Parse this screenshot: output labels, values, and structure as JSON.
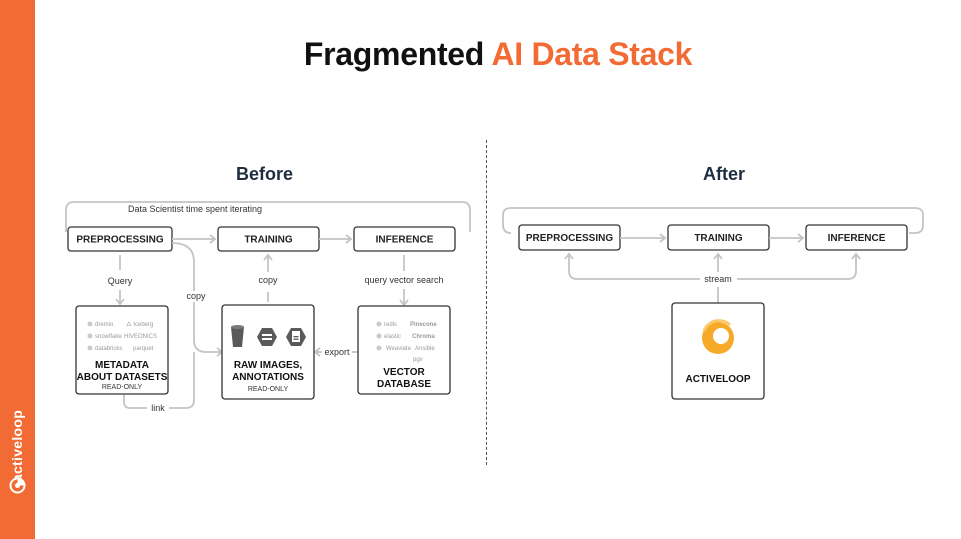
{
  "title": {
    "main": "Fragmented ",
    "accent": "AI Data Stack"
  },
  "brand": {
    "name": "activeloop",
    "color": "#f26b35"
  },
  "before": {
    "heading": "Before",
    "loop_label": "Data Scientist time spent iterating",
    "stages": [
      "PREPROCESSING",
      "TRAINING",
      "INFERENCE"
    ],
    "edges": {
      "query": "Query",
      "copy_side": "copy",
      "copy_up": "copy",
      "query_vector": "query vector search",
      "export": "export",
      "link": "link"
    },
    "metadata_box": {
      "title_line1": "METADATA",
      "title_line2": "ABOUT DATASETS",
      "subtitle": "READ-ONLY",
      "logos": [
        "dremio",
        "ᗋ Iceberg",
        "snowflake",
        "HIVEONICS",
        "databricks",
        "parquet"
      ]
    },
    "raw_box": {
      "title_line1": "RAW IMAGES,",
      "title_line2": "ANNOTATIONS",
      "subtitle": "READ-ONLY"
    },
    "vector_box": {
      "title_line1": "VECTOR",
      "title_line2": "DATABASE",
      "logos": [
        "redis",
        "Pinecone",
        "elastic",
        "Chroma",
        "Weaviate",
        "Ansible",
        "pgv"
      ]
    }
  },
  "after": {
    "heading": "After",
    "stages": [
      "PREPROCESSING",
      "TRAINING",
      "INFERENCE"
    ],
    "stream_label": "stream",
    "platform_box": {
      "label": "ACTIVELOOP"
    }
  },
  "colors": {
    "accent": "#f26b35",
    "heading": "#1e2d40",
    "connector": "#c4c4c4",
    "box_border": "#333333"
  }
}
